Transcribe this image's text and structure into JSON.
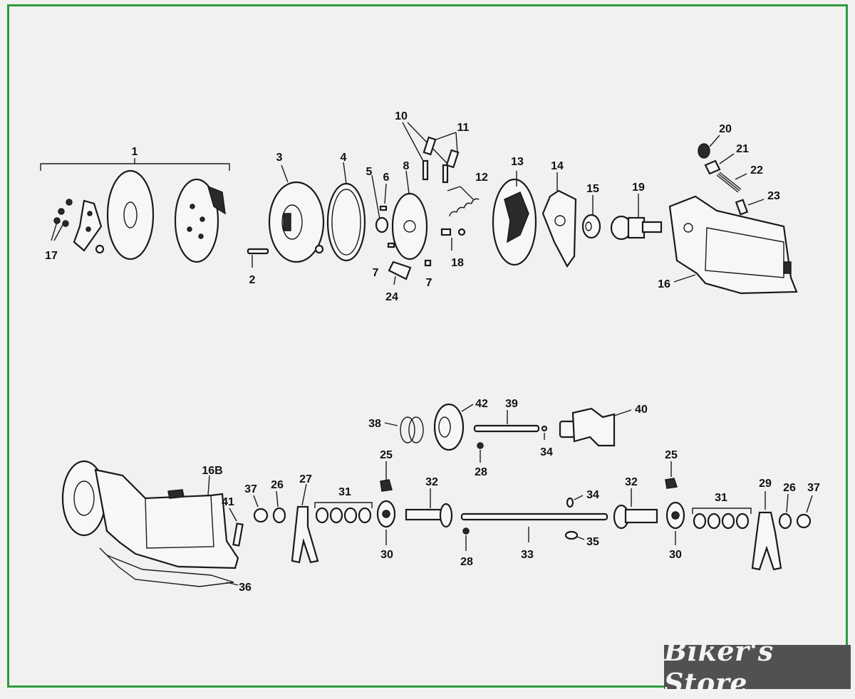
{
  "brand": {
    "watermark": "Biker's Store"
  },
  "callouts": [
    "1",
    "2",
    "3",
    "4",
    "5",
    "6",
    "7",
    "7",
    "8",
    "10",
    "11",
    "12",
    "13",
    "14",
    "15",
    "16",
    "17",
    "18",
    "19",
    "20",
    "21",
    "22",
    "23",
    "24",
    "38",
    "42",
    "39",
    "40",
    "34",
    "28",
    "16B",
    "25",
    "37",
    "26",
    "27",
    "31",
    "32",
    "41",
    "30",
    "28",
    "33",
    "34",
    "35",
    "32",
    "25",
    "31",
    "29",
    "26",
    "37",
    "30",
    "36"
  ],
  "colors": {
    "frame": "#2f9b3e",
    "ink": "#1a1a1a",
    "paper": "#f1f1f0",
    "badge": "#515151"
  }
}
